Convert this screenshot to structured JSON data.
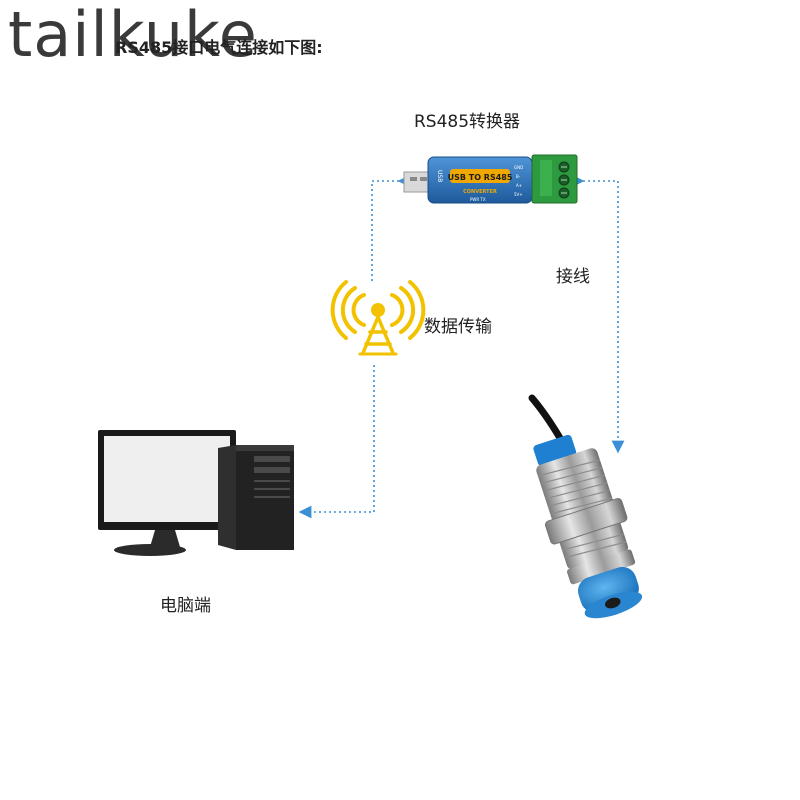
{
  "watermark": "tailkuke",
  "heading": "RS485接口电气连接如下图:",
  "labels": {
    "converter": "RS485转换器",
    "wiring": "接线",
    "data_transfer": "数据传输",
    "pc": "电脑端"
  },
  "converter_device": {
    "main_text": "USB TO RS485",
    "sub_text": "CONVERTER",
    "side_text": "USB",
    "small_text": "PWR TX",
    "pins": [
      "GND",
      "B-",
      "A+",
      "5V+"
    ]
  },
  "colors": {
    "dotted_line": "#3a8fd6",
    "antenna": "#f2c200",
    "converter_body": "#2a6fb8",
    "converter_label": "#f0a800",
    "terminal_block": "#2e9a3f",
    "sensor_cap": "#2f8fd8"
  }
}
